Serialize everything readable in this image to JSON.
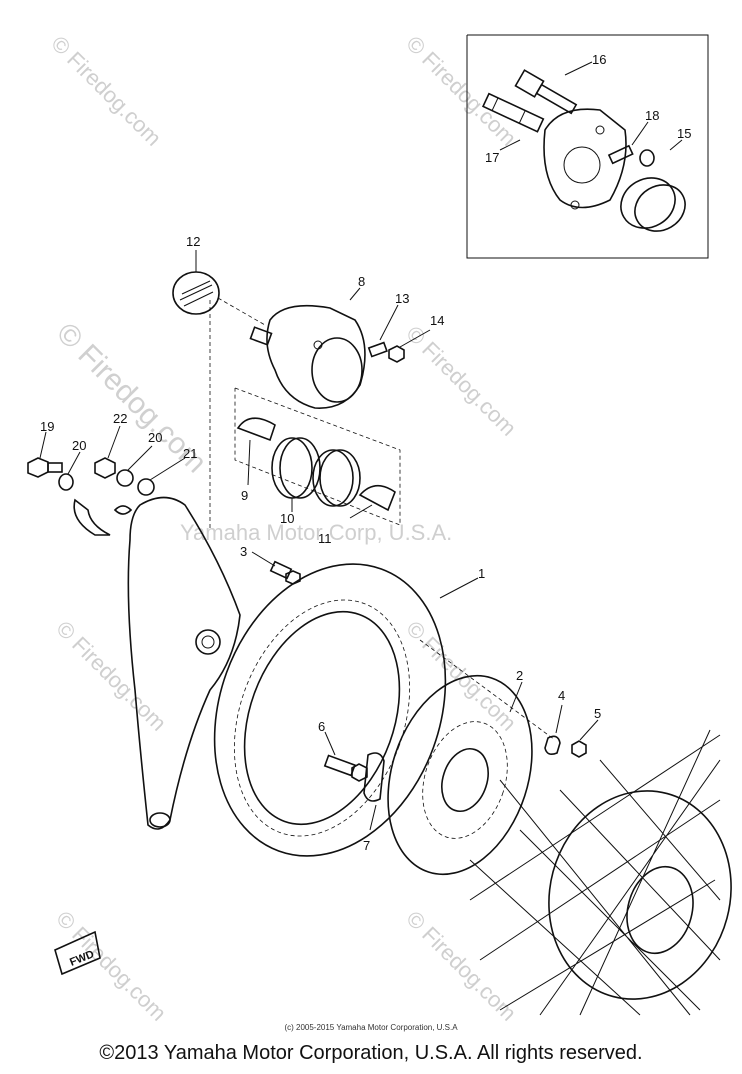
{
  "watermarks": {
    "site": "© Firedog.com",
    "corp": "Yamaha Motor Corp, U.S.A."
  },
  "callouts": [
    "1",
    "2",
    "3",
    "4",
    "5",
    "6",
    "7",
    "8",
    "9",
    "10",
    "11",
    "12",
    "13",
    "14",
    "15",
    "16",
    "17",
    "18",
    "19",
    "20",
    "20",
    "21",
    "22"
  ],
  "fwd_label": "FWD",
  "small_copyright": "(c) 2005-2015 Yamaha Motor Corporation, U.S.A",
  "footer": "©2013 Yamaha Motor Corporation, U.S.A. All rights reserved."
}
